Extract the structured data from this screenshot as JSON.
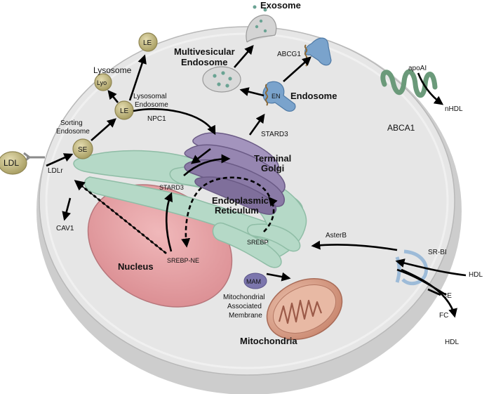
{
  "labels": {
    "exosome": "Exosome",
    "multivesicular_1": "Multivesicular",
    "multivesicular_2": "Endosome",
    "abcg1": "ABCG1",
    "apoai": "apoAI",
    "nhdl": "nHDL",
    "abca1": "ABCA1",
    "endosome": "Endosome",
    "en": "EN",
    "stard3_top": "STARD3",
    "le_top": "LE",
    "lysosome": "Lysosome",
    "lyo": "Lyo",
    "lysosomal_1": "Lysosomal",
    "lysosomal_2": "Endosome",
    "le_mid": "LE",
    "npc1": "NPC1",
    "sorting_1": "Sorting",
    "sorting_2": "Endosome",
    "se": "SE",
    "ldl": "LDL",
    "ldlr": "LDLr",
    "cav1": "CAV1",
    "terminal_1": "Terminal",
    "terminal_2": "Golgi",
    "er_1": "Endoplasmic",
    "er_2": "Reticulum",
    "stard3_er": "STARD3",
    "srebp": "SREBP",
    "srebp_ne": "SREBP-NE",
    "nucleus": "Nucleus",
    "asterb": "AsterB",
    "srbi": "SR-BI",
    "hdl_in": "HDL",
    "ce": "CE",
    "fc": "FC",
    "hdl_out": "HDL",
    "mam": "MAM",
    "mito_assoc_1": "Mitochondrial",
    "mito_assoc_2": "Associated",
    "mito_assoc_3": "Membrane",
    "mitochondria": "Mitochondria"
  },
  "colors": {
    "cell_fill": "#e4e4e4",
    "cell_rim": "#bdbdbd",
    "vesicle": "#c9c08a",
    "nucleus": "#e7a3a6",
    "er": "#a9d2bf",
    "golgi": "#8f7fa8",
    "transporter_blue": "#6d98c4",
    "abca1_green": "#6b9a7a",
    "mito": "#d9a08c"
  }
}
